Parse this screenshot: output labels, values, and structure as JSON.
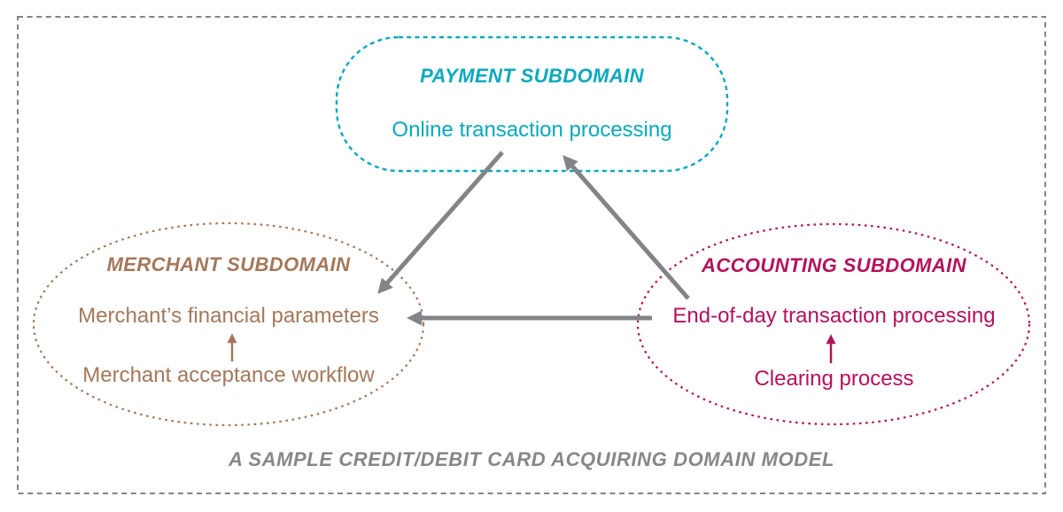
{
  "diagram": {
    "caption": "A SAMPLE CREDIT/DEBIT CARD ACQUIRING DOMAIN MODEL",
    "colors": {
      "payment": "#09A9BF",
      "merchant": "#A4785B",
      "accounting": "#B5125A",
      "arrow": "#828487",
      "border": "#828487"
    },
    "subdomains": {
      "payment": {
        "title": "PAYMENT SUBDOMAIN",
        "items": [
          "Online transaction processing"
        ]
      },
      "merchant": {
        "title": "MERCHANT SUBDOMAIN",
        "items": [
          "Merchant’s financial parameters",
          "Merchant acceptance workflow"
        ]
      },
      "accounting": {
        "title": "ACCOUNTING SUBDOMAIN",
        "items": [
          "End-of-day transaction processing",
          "Clearing process"
        ]
      }
    },
    "relationships": [
      {
        "from": "payment",
        "to": "merchant"
      },
      {
        "from": "accounting",
        "to": "payment"
      },
      {
        "from": "accounting",
        "to": "merchant"
      },
      {
        "from": "Merchant acceptance workflow",
        "to": "Merchant’s financial parameters"
      },
      {
        "from": "Clearing process",
        "to": "End-of-day transaction processing"
      }
    ]
  }
}
